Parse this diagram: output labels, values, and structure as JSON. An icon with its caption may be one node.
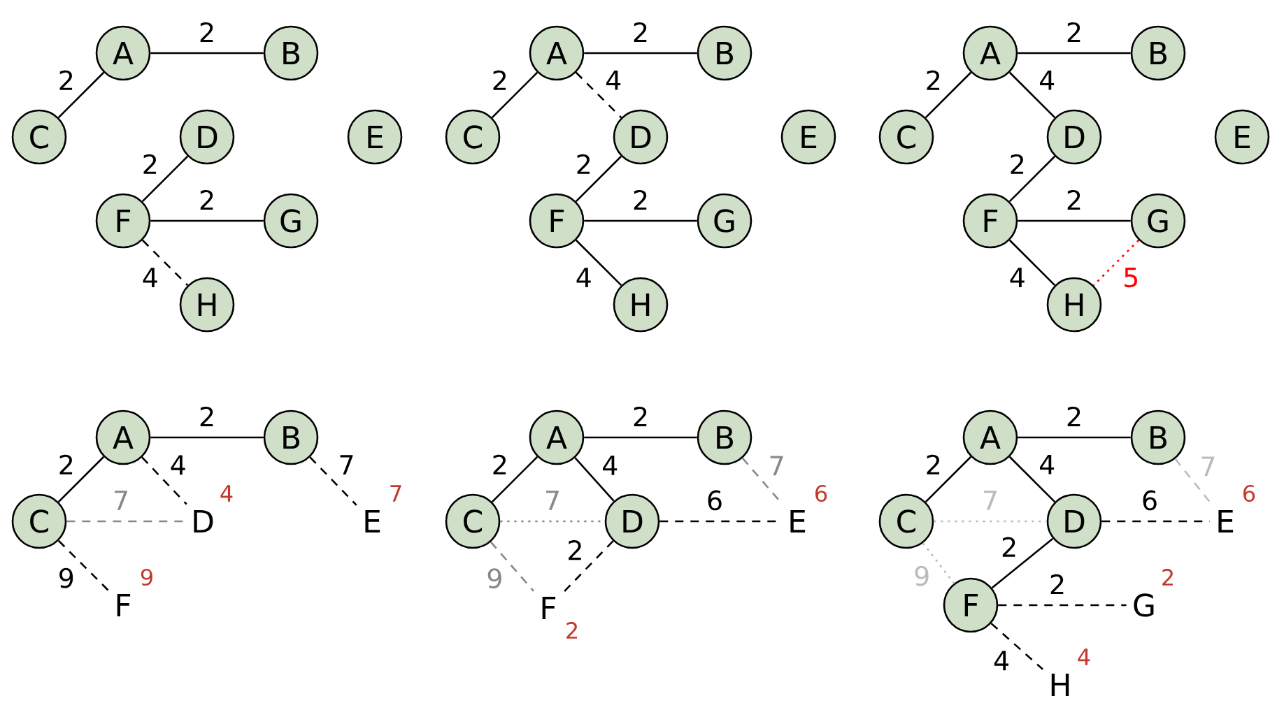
{
  "diagram": {
    "nodes": [
      {
        "text": [
          "A"
        ]
      },
      {
        "text": [
          "B"
        ]
      },
      {
        "text": [
          "C"
        ]
      },
      {
        "text": [
          "D"
        ]
      },
      {
        "text": [
          "E"
        ]
      },
      {
        "text": [
          "F"
        ]
      },
      {
        "text": [
          "G"
        ]
      },
      {
        "text": [
          "H"
        ]
      },
      {
        "text": [
          "A"
        ]
      },
      {
        "text": [
          "B"
        ]
      },
      {
        "text": [
          "C"
        ]
      },
      {
        "text": [
          "D"
        ]
      },
      {
        "text": [
          "E"
        ]
      },
      {
        "text": [
          "F"
        ]
      },
      {
        "text": [
          "G"
        ]
      },
      {
        "text": [
          "H"
        ]
      },
      {
        "text": [
          "A"
        ]
      },
      {
        "text": [
          "B"
        ]
      },
      {
        "text": [
          "C"
        ]
      },
      {
        "text": [
          "D"
        ]
      },
      {
        "text": [
          "E"
        ]
      },
      {
        "text": [
          "F"
        ]
      },
      {
        "text": [
          "G"
        ]
      },
      {
        "text": [
          "H"
        ]
      },
      {
        "text": [
          "A"
        ]
      },
      {
        "text": [
          "B"
        ]
      },
      {
        "text": [
          "C"
        ]
      },
      {
        "text": [
          "D"
        ],
        "beside": [
          "4"
        ]
      },
      {
        "text": [
          "E"
        ],
        "beside": [
          "7"
        ]
      },
      {
        "text": [
          "F"
        ],
        "beside": [
          "9"
        ]
      },
      {
        "text": [
          "A"
        ]
      },
      {
        "text": [
          "B"
        ]
      },
      {
        "text": [
          "C"
        ]
      },
      {
        "text": [
          "D"
        ]
      },
      {
        "text": [
          "E"
        ],
        "beside": [
          "6"
        ]
      },
      {
        "text": [
          "F"
        ],
        "beside": [
          "2"
        ]
      },
      {
        "text": [
          "A"
        ]
      },
      {
        "text": [
          "B"
        ]
      },
      {
        "text": [
          "C"
        ]
      },
      {
        "text": [
          "D"
        ]
      },
      {
        "text": [
          "E"
        ],
        "beside": [
          "6"
        ]
      },
      {
        "text": [
          "F"
        ]
      },
      {
        "text": [
          "G"
        ],
        "beside": [
          "2"
        ]
      },
      {
        "text": [
          "H"
        ],
        "beside": [
          "4"
        ]
      }
    ],
    "edges": [
      {
        "from": 0,
        "to": 1,
        "arrow": "none",
        "label": "2"
      },
      {
        "from": 0,
        "to": 2,
        "arrow": "none",
        "label": "2"
      },
      {
        "from": 5,
        "to": 3,
        "arrow": "none",
        "label": "2"
      },
      {
        "from": 5,
        "to": 6,
        "arrow": "none",
        "label": "2"
      },
      {
        "from": 5,
        "to": 7,
        "arrow": "none",
        "label": "4",
        "style": "dashed"
      },
      {
        "from": 8,
        "to": 9,
        "arrow": "none",
        "label": "2"
      },
      {
        "from": 8,
        "to": 10,
        "arrow": "none",
        "label": "2"
      },
      {
        "from": 8,
        "to": 11,
        "arrow": "none",
        "label": "4",
        "style": "dashed"
      },
      {
        "from": 13,
        "to": 11,
        "arrow": "none",
        "label": "2"
      },
      {
        "from": 13,
        "to": 14,
        "arrow": "none",
        "label": "2"
      },
      {
        "from": 13,
        "to": 15,
        "arrow": "none",
        "label": "4"
      },
      {
        "from": 16,
        "to": 17,
        "arrow": "none",
        "label": "2"
      },
      {
        "from": 16,
        "to": 18,
        "arrow": "none",
        "label": "2"
      },
      {
        "from": 16,
        "to": 19,
        "arrow": "none",
        "label": "4"
      },
      {
        "from": 21,
        "to": 19,
        "arrow": "none",
        "label": "2"
      },
      {
        "from": 21,
        "to": 22,
        "arrow": "none",
        "label": "2"
      },
      {
        "from": 21,
        "to": 23,
        "arrow": "none",
        "label": "4"
      },
      {
        "from": 22,
        "to": 23,
        "arrow": "none",
        "label": "5",
        "style": "dashed",
        "color": "#ff0000"
      },
      {
        "from": 24,
        "to": 25,
        "arrow": "none",
        "label": "2"
      },
      {
        "from": 24,
        "to": 26,
        "arrow": "none",
        "label": "2"
      },
      {
        "from": 24,
        "to": 27,
        "arrow": "none",
        "label": "4",
        "style": "dashed"
      },
      {
        "from": 25,
        "to": 28,
        "arrow": "none",
        "label": "7",
        "style": "dashed"
      },
      {
        "from": 26,
        "to": 27,
        "arrow": "none",
        "label": "7",
        "style": "dashed",
        "color": "#888888"
      },
      {
        "from": 26,
        "to": 29,
        "arrow": "none",
        "label": "9",
        "style": "dashed"
      },
      {
        "from": 30,
        "to": 31,
        "arrow": "none",
        "label": "2"
      },
      {
        "from": 30,
        "to": 32,
        "arrow": "none",
        "label": "2"
      },
      {
        "from": 30,
        "to": 33,
        "arrow": "none",
        "label": "4"
      },
      {
        "from": 31,
        "to": 34,
        "arrow": "none",
        "label": "7",
        "style": "dashed",
        "color": "#888888"
      },
      {
        "from": 32,
        "to": 33,
        "arrow": "none",
        "label": "7",
        "style": "dashed",
        "color": "#888888"
      },
      {
        "from": 32,
        "to": 35,
        "arrow": "none",
        "label": "9",
        "style": "dashed",
        "color": "#888888"
      },
      {
        "from": 33,
        "to": 34,
        "arrow": "none",
        "label": "6",
        "style": "dashed"
      },
      {
        "from": 33,
        "to": 35,
        "arrow": "none",
        "label": "2",
        "style": "dashed"
      },
      {
        "from": 36,
        "to": 37,
        "arrow": "none",
        "label": "2"
      },
      {
        "from": 36,
        "to": 38,
        "arrow": "none",
        "label": "2"
      },
      {
        "from": 36,
        "to": 39,
        "arrow": "none",
        "label": "4"
      },
      {
        "from": 37,
        "to": 40,
        "arrow": "none",
        "label": "7",
        "style": "dashed",
        "color": "#bbbbbb"
      },
      {
        "from": 38,
        "to": 39,
        "arrow": "none",
        "label": "7",
        "style": "dashed",
        "color": "#bbbbbb"
      },
      {
        "from": 38,
        "to": 41,
        "arrow": "none",
        "label": "9",
        "style": "dashed",
        "color": "#bbbbbb"
      },
      {
        "from": 39,
        "to": 40,
        "arrow": "none",
        "label": "6",
        "style": "dashed"
      },
      {
        "from": 39,
        "to": 41,
        "arrow": "none",
        "label": "2"
      },
      {
        "from": 41,
        "to": 42,
        "arrow": "none",
        "label": "2",
        "style": "dashed"
      },
      {
        "from": 41,
        "to": 43,
        "arrow": "none",
        "label": "4",
        "style": "dashed"
      }
    ]
  }
}
